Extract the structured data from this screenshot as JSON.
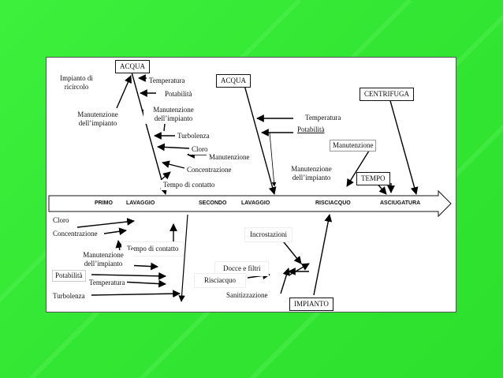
{
  "labels": {
    "acqua1": "ACQUA",
    "acqua2": "ACQUA",
    "centrifuga": "CENTRIFUGA",
    "tempo": "TEMPO",
    "impianto": "IMPIANTO",
    "impianto_ricircolo": "Impianto di ricircolo",
    "manut1": "Manutenzione dell’impianto",
    "temperatura1": "Temperatura",
    "potabilita1": "Potabilità",
    "manut2": "Manutenzione dell’impianto",
    "turbolenza1": "Turbolenza",
    "cloro1": "Cloro",
    "manutenzione1": "Manutenzione",
    "concentrazione1": "Concentrazione",
    "tempo_contatto1": "Tempo di contatto",
    "temperatura2": "Temperatura",
    "potabilita2": "Potabilità",
    "manutenzione2": "Manutenzione",
    "manut3": "Manutenzione dell’impianto",
    "cloro2": "Cloro",
    "concentrazione2": "Concentrazione",
    "tempo_contatto2": "Tempo di contatto",
    "manut4": "Manutenzione dell’impianto",
    "potabilita3": "Potabilità",
    "temperatura3": "Temperatura",
    "turbolenza2": "Turbolenza",
    "incrostazioni": "Incrostazioni",
    "docce": "Docce e filtri",
    "risciacquo": "Risciacquo",
    "sanitizzazione": "Sanitizzazione"
  },
  "process_bar": {
    "steps": [
      "PRIMO",
      "LAVAGGIO",
      "SECONDO",
      "LAVAGGIO",
      "RISCIACQUO",
      "ASCIUGATURA"
    ]
  }
}
